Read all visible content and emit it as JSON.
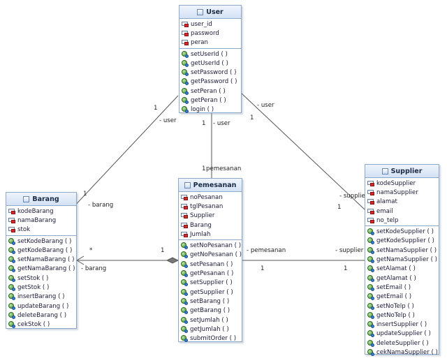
{
  "classes": {
    "user": {
      "name": "User",
      "attributes": [
        "user_id",
        "password",
        "peran"
      ],
      "methods": [
        "setUserId ( )",
        "getUserId ( )",
        "setPassword ( )",
        "getPassword ( )",
        "setPeran ( )",
        "getPeran ( )",
        "login ( )"
      ]
    },
    "barang": {
      "name": "Barang",
      "attributes": [
        "kodeBarang",
        "namaBarang",
        "stok"
      ],
      "methods": [
        "setKodeBarang ( )",
        "getKodeBarang ( )",
        "setNamaBarang ( )",
        "getNamaBarang ( )",
        "setStok ( )",
        "getStok ( )",
        "insertBarang ( )",
        "updateBarang ( )",
        "deleteBarang ( )",
        "cekStok ( )"
      ]
    },
    "pemesanan": {
      "name": "Pemesanan",
      "attributes": [
        "noPesanan",
        "tglPesanan",
        "Supplier",
        "Barang",
        "Jumlah"
      ],
      "methods": [
        "setNoPesanan ( )",
        "getNoPesanan ( )",
        "setPesanan ( )",
        "getPesanan ( )",
        "setSupplier ( )",
        "getSupplier ( )",
        "setBarang ( )",
        "getBarang ( )",
        "setJumlah ( )",
        "getJumlah ( )",
        "submitOrder ( )"
      ]
    },
    "supplier": {
      "name": "Supplier",
      "attributes": [
        "kodeSupplier",
        "namaSupplier",
        "alamat",
        "email",
        "no_telp"
      ],
      "methods": [
        "setKodeSupplier ( )",
        "getKodeSupplier ( )",
        "setNamaSupplier ( )",
        "getNamaSupplier ( )",
        "setAlamat ( )",
        "getAlamat ( )",
        "setEmail ( )",
        "getEmail ( )",
        "setNoTelp ( )",
        "getNoTelp ( )",
        "insertSupplier ( )",
        "updateSupplier ( )",
        "deleteSupplier ( )",
        "cekNamaSupplier ( )"
      ]
    }
  },
  "associations": {
    "user_barang": {
      "user_mult": "1",
      "user_role": "- user",
      "barang_mult": "1",
      "barang_role": "- barang"
    },
    "user_pemesanan": {
      "user_mult": "1",
      "user_role": "- user",
      "pemesanan_mult": "1",
      "pemesanan_role": "pemesanan"
    },
    "user_supplier": {
      "user_mult": "1",
      "user_role": "- user",
      "supplier_mult": "1",
      "supplier_role": "- supplier"
    },
    "pemesanan_barang": {
      "pemesanan_mult": "1",
      "barang_mult": "*",
      "barang_role": "- barang"
    },
    "pemesanan_supplier": {
      "pemesanan_mult": "1",
      "pemesanan_role": "- pemesanan",
      "supplier_mult": "1",
      "supplier_role": "- supplier"
    }
  }
}
